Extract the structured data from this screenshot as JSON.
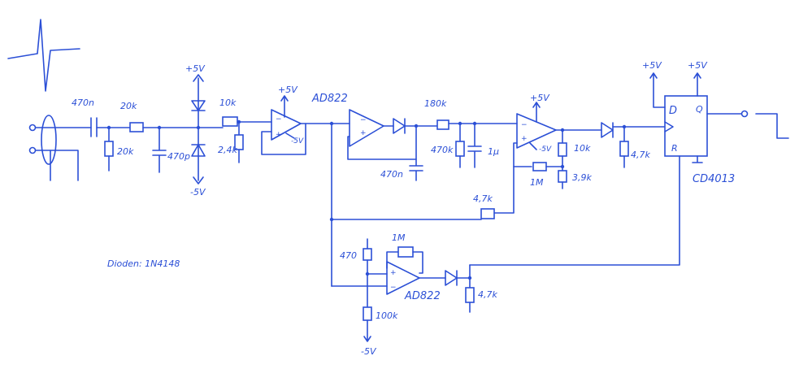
{
  "labels": {
    "c_in": "470n",
    "r_series1": "20k",
    "r_shunt1": "20k",
    "c_shunt": "470p",
    "supply_pos_clamp": "+5V",
    "supply_neg_clamp": "-5V",
    "r_series2": "10k",
    "r_shunt2": "2,4k",
    "buf_pos": "+5V",
    "buf_neg": "-5V",
    "opamp_part": "AD822",
    "r_180k": "180k",
    "c_470n_low": "470n",
    "r_470k": "470k",
    "c_1u": "1µ",
    "cmp_pos": "+5V",
    "cmp_neg": "-5V",
    "r_10k_div": "10k",
    "r_1m_fb": "1M",
    "r_39k": "3,9k",
    "r_47k_pull": "4,7k",
    "r_4k7_fb": "4,7k",
    "ff_pos1": "+5V",
    "ff_pos2": "+5V",
    "ff_d": "D",
    "ff_q": "Q",
    "ff_r": "R",
    "ff_part": "CD4013",
    "diode_note": "Dioden: 1N4148",
    "r_470_bot": "470",
    "r_1m_bot": "1M",
    "opamp2_part": "AD822",
    "r_4k7_bot": "4,7k",
    "r_100k": "100k",
    "supply_neg_bot": "-5V"
  }
}
